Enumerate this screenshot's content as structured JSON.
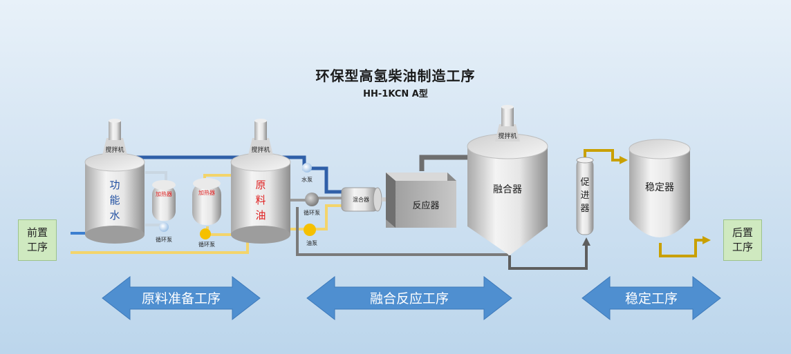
{
  "title": "环保型高氢柴油制造工序",
  "subtitle": "HH-1KCN A型",
  "inputs": {
    "front": "前置工序",
    "rear": "后置工序"
  },
  "tanks": {
    "water": "功能水",
    "oil": "原料油",
    "fusion": "融合器",
    "stabilizer": "稳定器",
    "promoter": "促进器"
  },
  "devices": {
    "mixer_label": "搅拌机",
    "heater": "加热器",
    "circ_pump": "循环泵",
    "water_pump": "水泵",
    "oil_pump": "油泵",
    "blender": "混合器",
    "reactor": "反应器"
  },
  "stages": [
    "原料准备工序",
    "融合反应工序",
    "稳定工序"
  ],
  "colors": {
    "water_pipe": "#2f5fa8",
    "oil_pipe": "#f3d46b",
    "gray_pipe": "#5e5e5e",
    "product_pipe": "#c9a000",
    "pump_yellow": "#f5c000",
    "arrow_fill": "#4f8fd0",
    "red_text": "#e02020",
    "box_green": "#cfe9c0"
  }
}
